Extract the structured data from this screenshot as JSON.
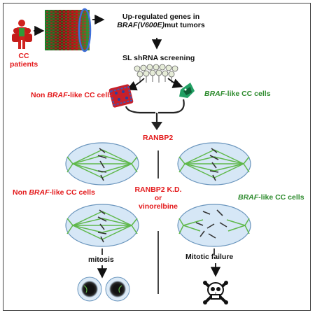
{
  "patients_label_line1": "CC",
  "patients_label_line2": "patients",
  "upregulated_line1": "Up-regulated genes in",
  "upregulated_gene": "BRAF(V600E)",
  "upregulated_suffix": "mut tumors",
  "sl_screening": "SL shRNA screening",
  "non_braf_prefix": "Non ",
  "braf_word": "BRAF",
  "cc_cells_suffix": "-like CC cells",
  "ranbp2": "RANBP2",
  "treatment_line1": "RANBP2 K.D.",
  "treatment_line2": "or",
  "treatment_line3": "vinorelbine",
  "mitosis": "mitosis",
  "mitotic_failure": "Mitotic failure",
  "colors": {
    "red": "#e3191b",
    "green": "#2e8b2e",
    "spindle": "#5fb84a",
    "cell_fill": "#d6e7f6",
    "cell_border": "#6a95bd"
  },
  "icons": [
    "patient-figure-icon",
    "heatmap-icon",
    "shrna-pool-icon",
    "cell-cluster-icon",
    "spindle-cell-icon",
    "daughter-cell-icon",
    "skull-crossbones-icon"
  ]
}
